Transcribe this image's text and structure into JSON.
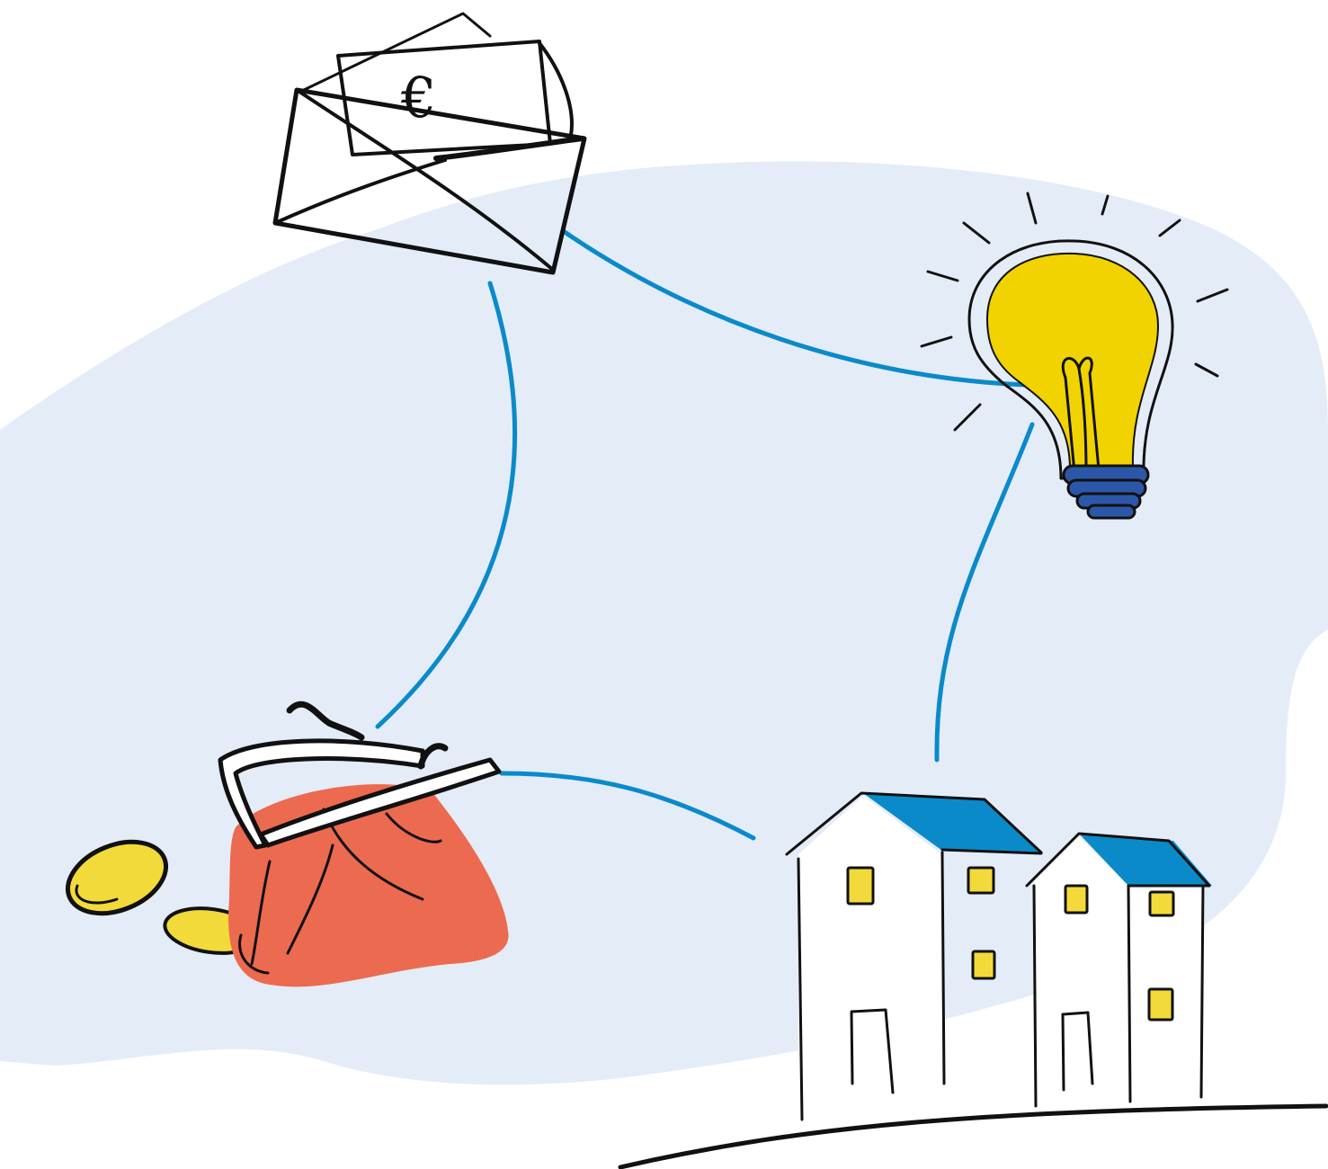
{
  "colors": {
    "background": "#ffffff",
    "blob": "#e4ecf7",
    "connector": "#0a8ac9",
    "ink": "#111111",
    "roof": "#0a8ac9",
    "window": "#f2da3b",
    "bulb": "#f0d300",
    "bulb_base": "#2c57a8",
    "purse": "#ec6a4f",
    "coin": "#f2da3b"
  },
  "nodes": [
    {
      "id": "envelope",
      "icon": "envelope-with-money-icon",
      "symbol": "€"
    },
    {
      "id": "lightbulb",
      "icon": "lightbulb-icon"
    },
    {
      "id": "purse",
      "icon": "coin-purse-icon"
    },
    {
      "id": "houses",
      "icon": "houses-icon"
    }
  ],
  "edges": [
    {
      "from": "envelope",
      "to": "lightbulb"
    },
    {
      "from": "envelope",
      "to": "purse"
    },
    {
      "from": "purse",
      "to": "houses"
    },
    {
      "from": "lightbulb",
      "to": "houses"
    }
  ]
}
